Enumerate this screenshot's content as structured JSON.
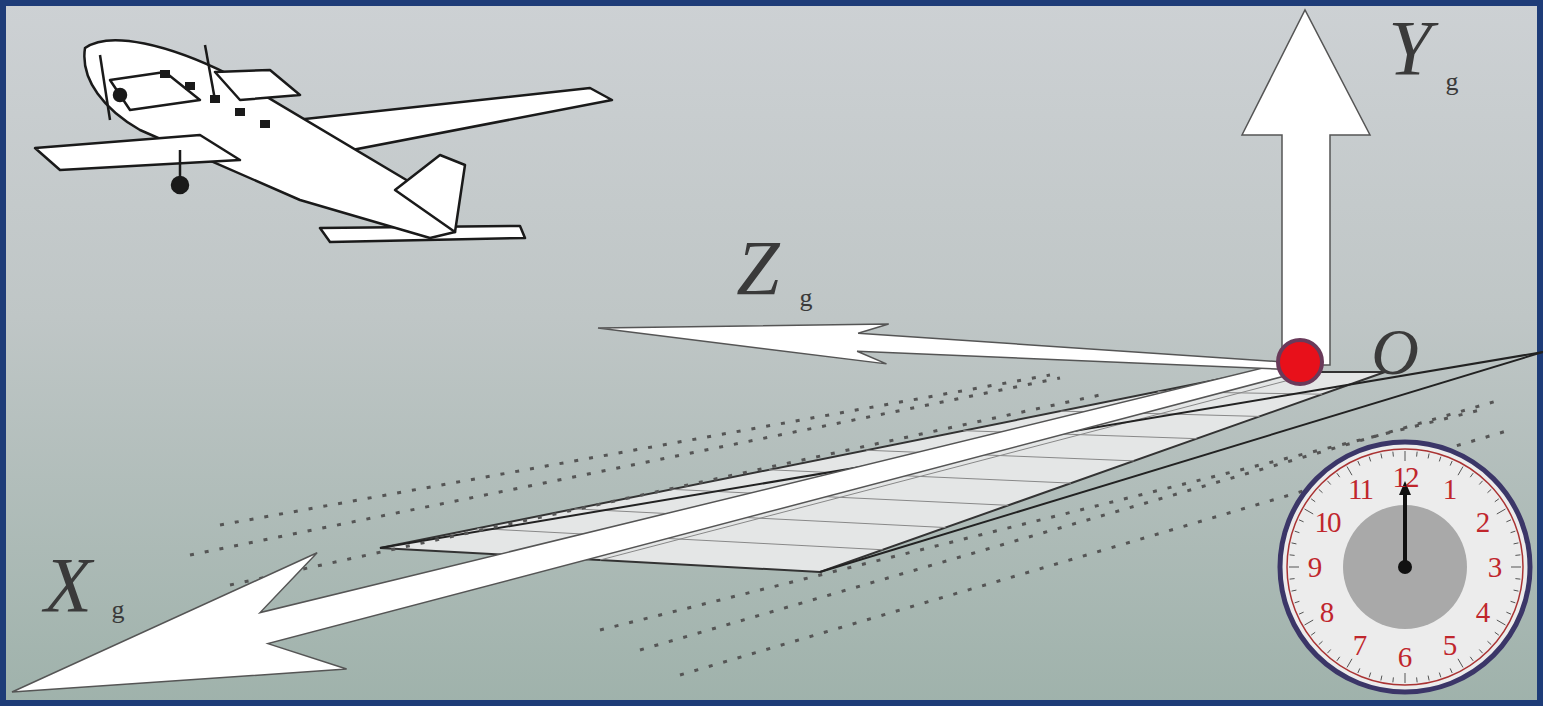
{
  "diagram": {
    "labels": [
      "Y",
      "g",
      "Z",
      "g",
      "X",
      "g",
      "O",
      "12",
      "1",
      "2",
      "3",
      "4",
      "5",
      "6",
      "7",
      "8",
      "9",
      "10",
      "11"
    ]
  }
}
